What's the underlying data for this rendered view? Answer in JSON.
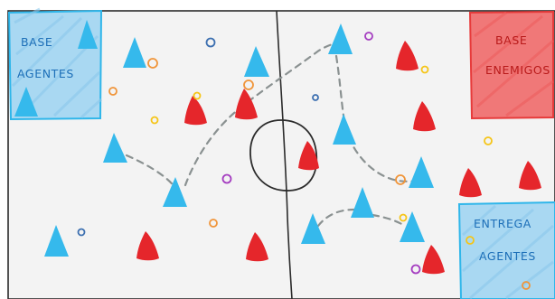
{
  "colors": {
    "background": "#ffffff",
    "field": "#f3f3f3",
    "line": "#2b2b2b",
    "agent": "#35b9ec",
    "enemy": "#e5262b",
    "agent_zone_fill": "#a9d8f2",
    "agent_zone_stroke": "#2fb6ea",
    "enemy_zone_fill": "#f07878",
    "enemy_zone_stroke": "#e73b3b",
    "path": "#8a9191"
  },
  "zones": {
    "agent_base_line1": "BASE",
    "agent_base_line2": "AGENTES",
    "enemy_base_line1": "BASE",
    "enemy_base_line2": "ENEMIGOS",
    "delivery_line1": "ENTREGA",
    "delivery_line2": "AGENTES"
  },
  "legend_items": {
    "agent_shape": "triangle",
    "enemy_shape": "cone",
    "item_shape": "scribbled-dot"
  }
}
